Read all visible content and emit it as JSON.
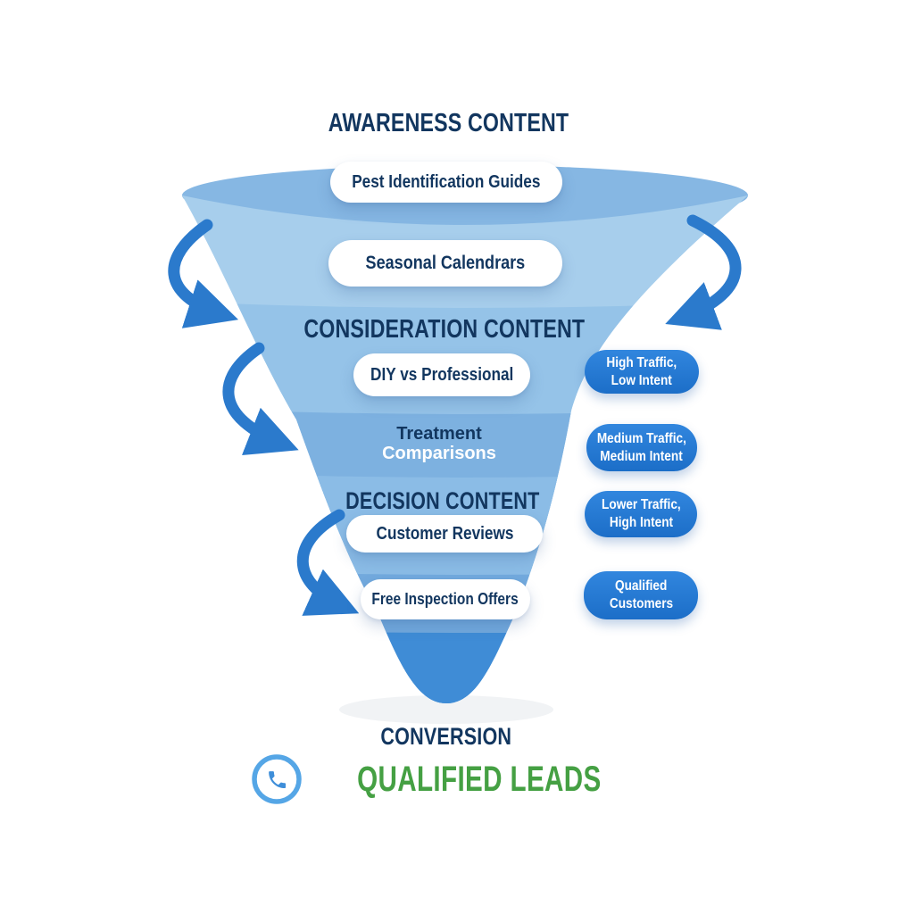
{
  "diagram": {
    "type": "marketing-content-funnel",
    "sections": {
      "awareness_title": "AWARENESS CONTENT",
      "consideration_title": "CONSIDERATION CONTENT",
      "decision_title": "DECISION CONTENT",
      "conversion_title": "CONVERSION",
      "conversion_result": "QUALIFIED LEADS"
    },
    "funnel_items": {
      "pest_guides": "Pest Identification Guides",
      "seasonal_calendars": "Seasonal Calendrars",
      "diy_vs_professional": "DIY vs Professional",
      "treatment_line1": "Treatment",
      "treatment_line2": "Comparisons",
      "customer_reviews": "Customer Reviews",
      "free_inspection": "Free Inspection Offers"
    },
    "side_badges": [
      {
        "line1": "High Traffic,",
        "line2": "Low Intent"
      },
      {
        "line1": "Medium Traffic,",
        "line2": "Medium Intent"
      },
      {
        "line1": "Lower Traffic,",
        "line2": "High Intent"
      },
      {
        "line1": "Qualified",
        "line2": "Customers"
      }
    ],
    "icons": {
      "phone": "phone-icon",
      "arrows": "curved-arrow-icon"
    },
    "colors": {
      "heading_navy": "#12365F",
      "result_green": "#45A043",
      "arrow_blue": "#2B7ACC",
      "badge_blue_top": "#3186DE",
      "badge_blue_bottom": "#1C6EC8",
      "funnel_mouth": "#86B7E3",
      "funnel_band_1": "#A7CEEC",
      "funnel_band_2": "#95C3E8",
      "funnel_band_3": "#7DB1E0",
      "funnel_band_4": "#8BBCE6",
      "funnel_band_5": "#72A9DD",
      "funnel_tip": "#3F8CD6"
    }
  }
}
